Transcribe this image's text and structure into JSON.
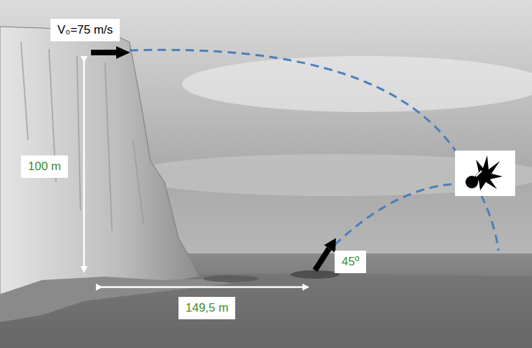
{
  "diagram": {
    "labels": [
      "V₀=75 m/s",
      "100 m",
      "149,5 m",
      "45º"
    ]
  }
}
